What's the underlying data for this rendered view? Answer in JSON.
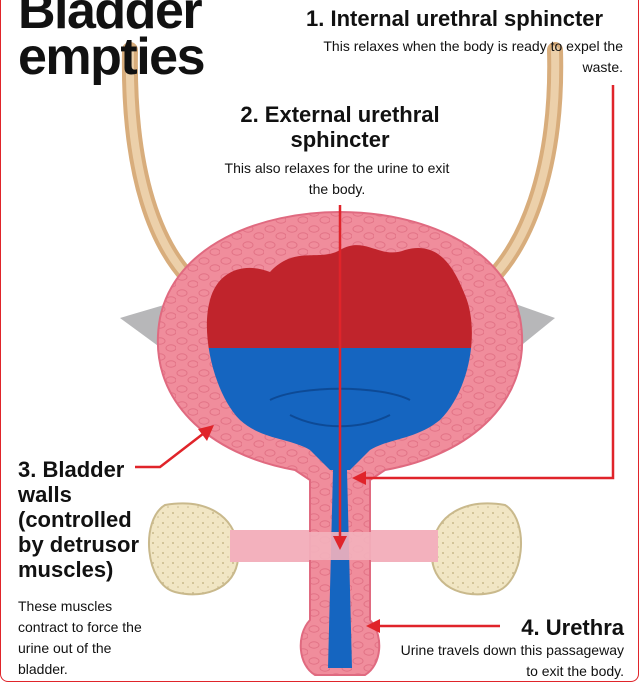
{
  "title": "Bladder\nempties",
  "labels": {
    "l1": {
      "heading": "1. Internal urethral sphincter",
      "text": "This relaxes when the body is ready to expel the waste."
    },
    "l2": {
      "heading": "2. External urethral sphincter",
      "text": "This also relaxes for the urine to exit the body."
    },
    "l3": {
      "heading": "3. Bladder walls (controlled by detrusor muscles)",
      "text": "These muscles contract to force the urine out of the bladder."
    },
    "l4": {
      "heading": "4. Urethra",
      "text": "Urine travels down this passageway to exit the body."
    }
  },
  "colors": {
    "accent": "#e0242a",
    "wall": "#f08d9c",
    "urine_blue": "#1565c0",
    "urine_red": "#c0242c",
    "ureter": "#e6c39a",
    "bone": "#f1e6c4",
    "gray_tissue": "#b7b7b9"
  }
}
